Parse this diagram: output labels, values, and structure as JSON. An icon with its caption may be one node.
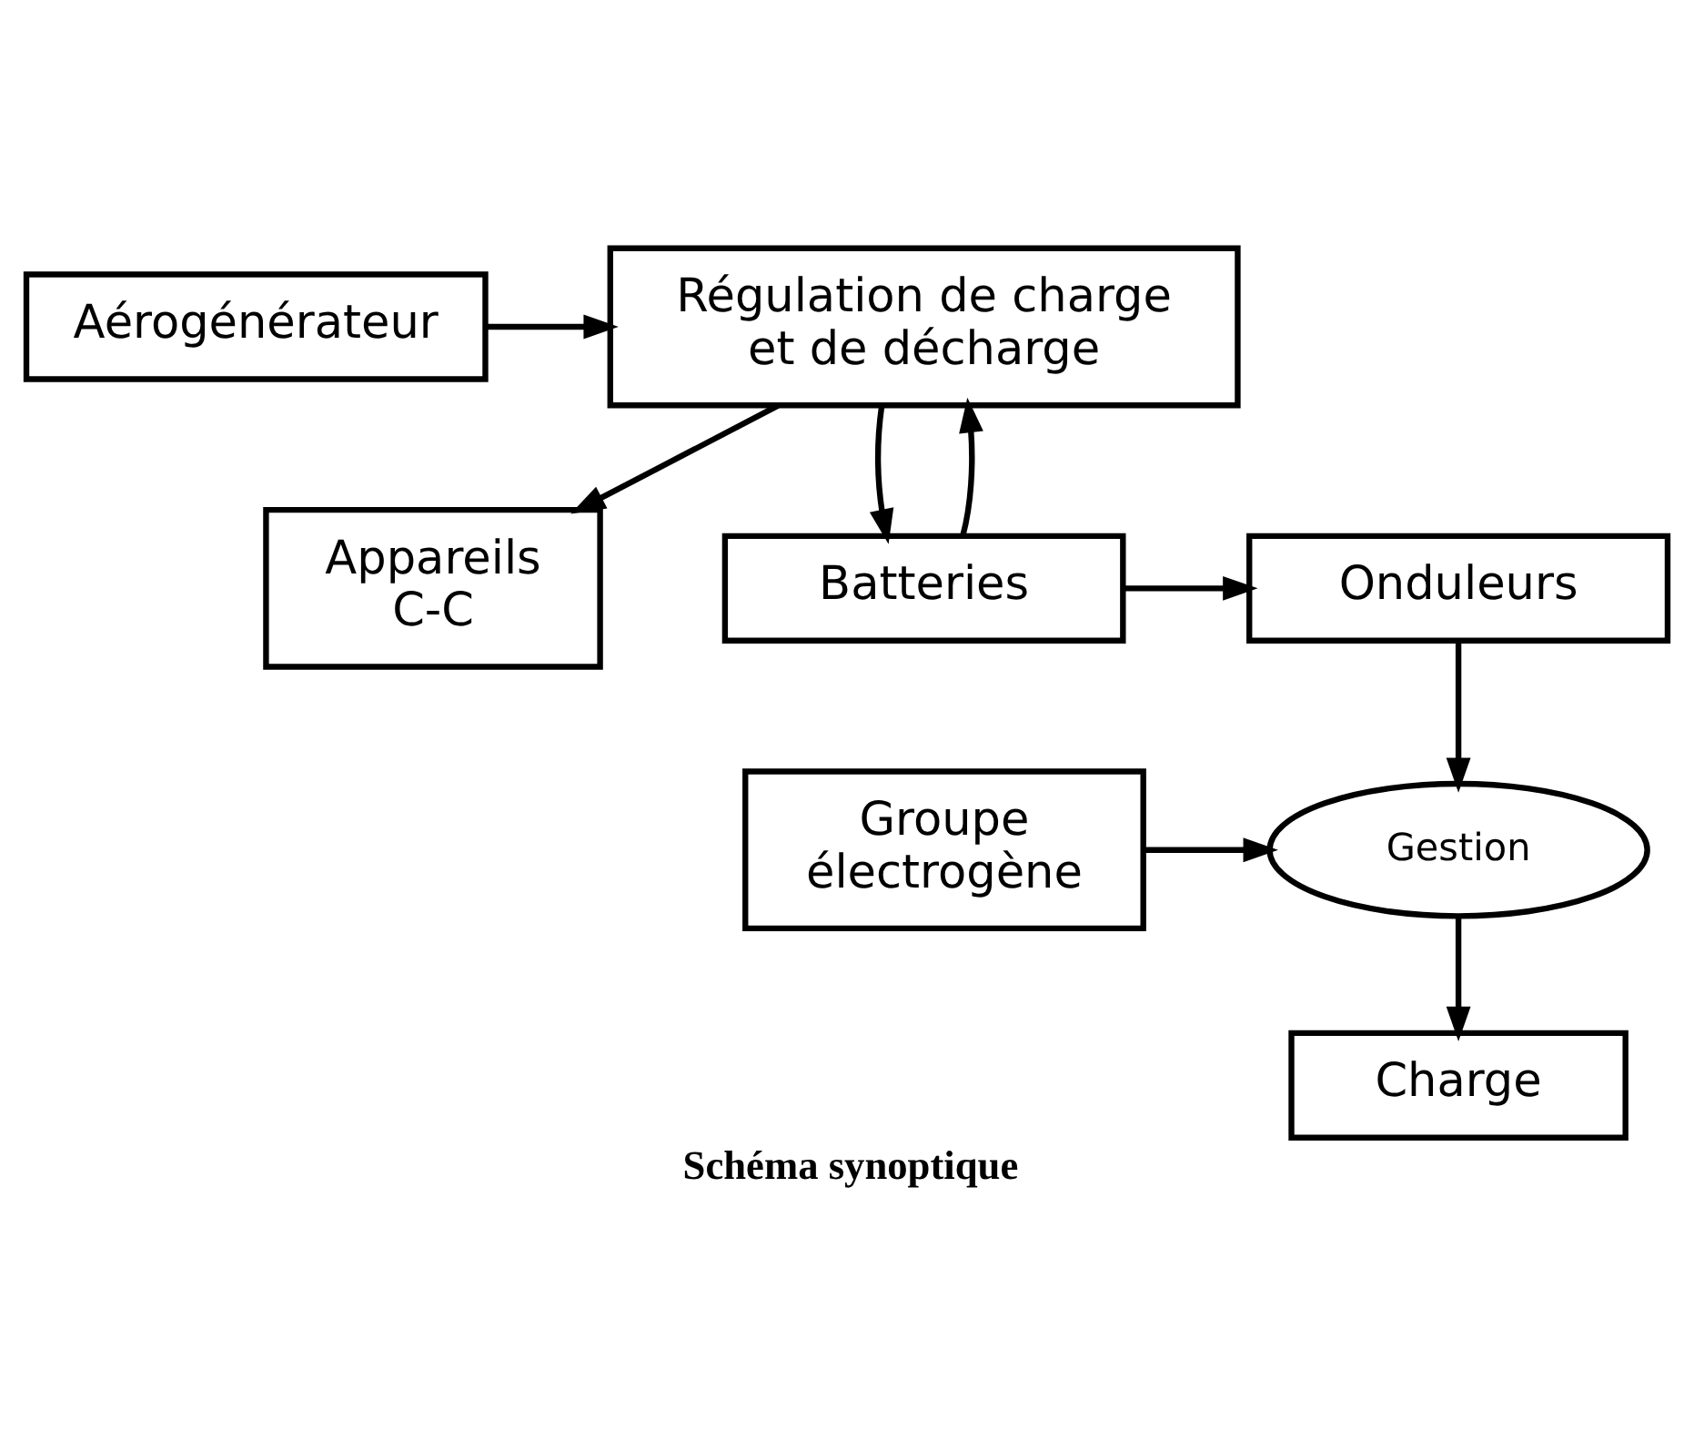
{
  "diagram": {
    "caption": "Schéma synoptique",
    "nodes": [
      {
        "text": [
          "Appareils C-C"
        ]
      },
      {
        "text": [
          "Aérogénérateur"
        ]
      },
      {
        "text": [
          "Régulation de charge et de décharge"
        ]
      },
      {
        "text": [
          "Onduleurs"
        ]
      },
      {
        "text": [
          "Batteries"
        ]
      },
      {
        "text": [
          "Groupe électrogène"
        ]
      },
      {
        "text": [
          "Gestion"
        ]
      },
      {
        "text": [
          "Charge"
        ]
      }
    ],
    "edges": [
      {
        "from": 2,
        "to": 0,
        "arrow": "to"
      },
      {
        "from": 1,
        "to": 2,
        "arrow": "to"
      },
      {
        "from": 2,
        "to": 4,
        "arrow": "to"
      },
      {
        "from": 4,
        "to": 2,
        "arrow": "to"
      },
      {
        "from": 4,
        "to": 3,
        "arrow": "to"
      },
      {
        "from": 3,
        "to": 6,
        "arrow": "to"
      },
      {
        "from": 5,
        "to": 6,
        "arrow": "to"
      },
      {
        "from": 6,
        "to": 7,
        "arrow": "to"
      }
    ]
  }
}
